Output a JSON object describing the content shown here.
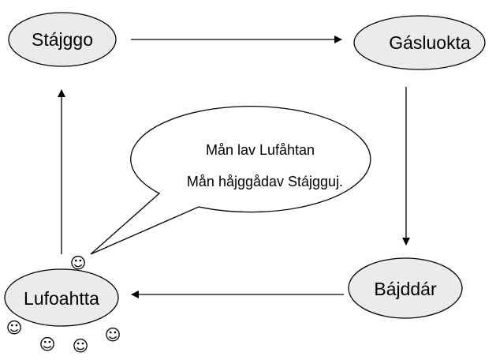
{
  "diagram": {
    "colors": {
      "node_fill": "#ebebeb",
      "stroke": "#000000",
      "bubble_fill": "#ffffff",
      "background": "#ffffff"
    },
    "nodes": {
      "stajggo": "Stájggo",
      "gasluokta": "Gásluokta",
      "bajddar": "Bájddár",
      "lufoahtta": "Lufoahtta"
    },
    "bubble": {
      "line1": "Mån lav Lufåhtan",
      "line2": "Mån håjggådav Stájgguj."
    },
    "smiley": "☺",
    "edges": [
      {
        "from": "Stájggo",
        "to": "Gásluokta"
      },
      {
        "from": "Gásluokta",
        "to": "Bájddár"
      },
      {
        "from": "Bájddár",
        "to": "Lufoahtta"
      },
      {
        "from": "Lufoahtta",
        "to": "Stájggo"
      }
    ]
  }
}
